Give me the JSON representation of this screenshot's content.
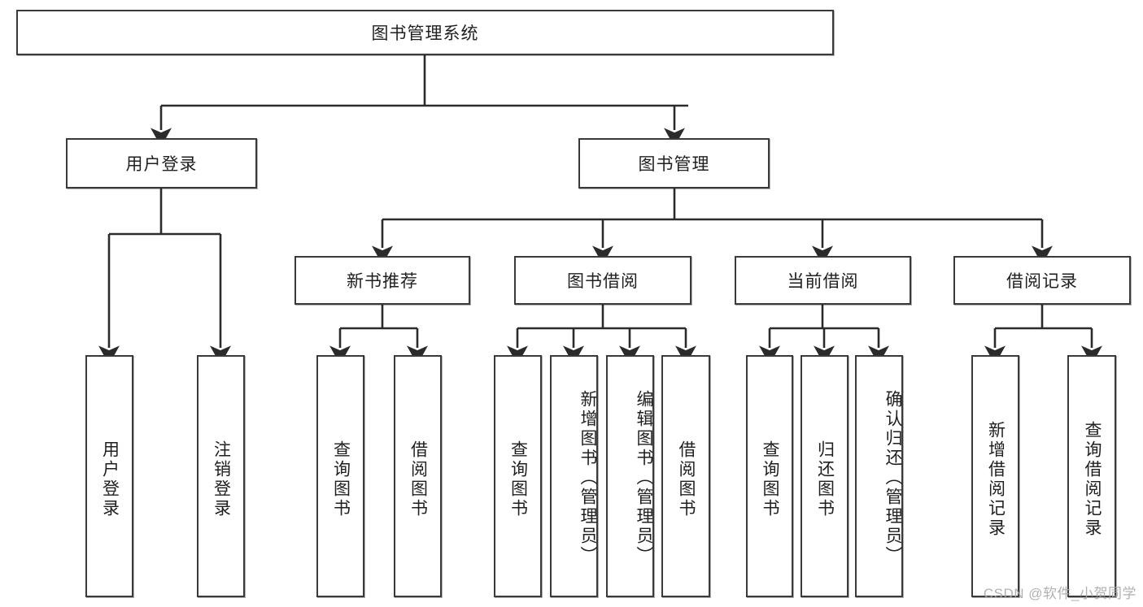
{
  "diagram": {
    "type": "tree-hierarchy",
    "title": "图书管理系统",
    "orientation": "top-down",
    "watermark": "CSDN @软件_小贺同学",
    "colors": {
      "box_border": "#3a3a3a",
      "box_fill": "#ffffff",
      "text": "#1f1f1f",
      "connector": "#2b2b2b",
      "watermark": "#a9a9a9"
    },
    "levels": [
      {
        "level": 1,
        "nodes": [
          {
            "id": "root",
            "label": "图书管理系统",
            "orientation": "horizontal"
          }
        ]
      },
      {
        "level": 2,
        "nodes": [
          {
            "id": "login",
            "label": "用户登录",
            "orientation": "horizontal",
            "parent": "root"
          },
          {
            "id": "bookmgmt",
            "label": "图书管理",
            "orientation": "horizontal",
            "parent": "root"
          }
        ]
      },
      {
        "level": 3,
        "nodes": [
          {
            "id": "newbook",
            "label": "新书推荐",
            "orientation": "horizontal",
            "parent": "bookmgmt"
          },
          {
            "id": "borrow",
            "label": "图书借阅",
            "orientation": "horizontal",
            "parent": "bookmgmt"
          },
          {
            "id": "current",
            "label": "当前借阅",
            "orientation": "horizontal",
            "parent": "bookmgmt"
          },
          {
            "id": "records",
            "label": "借阅记录",
            "orientation": "horizontal",
            "parent": "bookmgmt"
          }
        ]
      },
      {
        "level": 4,
        "nodes": [
          {
            "id": "leaf-user-login",
            "label": "用户登录",
            "orientation": "vertical",
            "parent": "login"
          },
          {
            "id": "leaf-logout",
            "label": "注销登录",
            "orientation": "vertical",
            "parent": "login"
          },
          {
            "id": "leaf-query-book-1",
            "label": "查询图书",
            "orientation": "vertical",
            "parent": "newbook"
          },
          {
            "id": "leaf-borrow-book-1",
            "label": "借阅图书",
            "orientation": "vertical",
            "parent": "newbook"
          },
          {
            "id": "leaf-query-book-2",
            "label": "查询图书",
            "orientation": "vertical",
            "parent": "borrow"
          },
          {
            "id": "leaf-add-book",
            "label": "新增图书（管理员）",
            "orientation": "vertical",
            "parent": "borrow"
          },
          {
            "id": "leaf-edit-book",
            "label": "编辑图书（管理员）",
            "orientation": "vertical",
            "parent": "borrow"
          },
          {
            "id": "leaf-borrow-book-2",
            "label": "借阅图书",
            "orientation": "vertical",
            "parent": "borrow"
          },
          {
            "id": "leaf-query-book-3",
            "label": "查询图书",
            "orientation": "vertical",
            "parent": "current"
          },
          {
            "id": "leaf-return-book",
            "label": "归还图书",
            "orientation": "vertical",
            "parent": "current"
          },
          {
            "id": "leaf-confirm-return",
            "label": "确认归还（管理员）",
            "orientation": "vertical",
            "parent": "current"
          },
          {
            "id": "leaf-add-record",
            "label": "新增借阅记录",
            "orientation": "vertical",
            "parent": "records"
          },
          {
            "id": "leaf-query-record",
            "label": "查询借阅记录",
            "orientation": "vertical",
            "parent": "records"
          }
        ]
      }
    ]
  },
  "nodes": {
    "root": {
      "label": "图书管理系统"
    },
    "login": {
      "label": "用户登录"
    },
    "bookmgmt": {
      "label": "图书管理"
    },
    "newbook": {
      "label": "新书推荐"
    },
    "borrow": {
      "label": "图书借阅"
    },
    "current": {
      "label": "当前借阅"
    },
    "records": {
      "label": "借阅记录"
    },
    "leaf_user_login": {
      "label": "用户登录"
    },
    "leaf_logout": {
      "label": "注销登录"
    },
    "leaf_query_book_1": {
      "label": "查询图书"
    },
    "leaf_borrow_book_1": {
      "label": "借阅图书"
    },
    "leaf_query_book_2": {
      "label": "查询图书"
    },
    "leaf_add_book": {
      "label": "新增图书（管理员）"
    },
    "leaf_edit_book": {
      "label": "编辑图书（管理员）"
    },
    "leaf_borrow_book_2": {
      "label": "借阅图书"
    },
    "leaf_query_book_3": {
      "label": "查询图书"
    },
    "leaf_return_book": {
      "label": "归还图书"
    },
    "leaf_confirm_return": {
      "label": "确认归还（管理员）"
    },
    "leaf_add_record": {
      "label": "新增借阅记录"
    },
    "leaf_query_record": {
      "label": "查询借阅记录"
    }
  },
  "watermark": {
    "text": "CSDN @软件_小贺同学"
  }
}
